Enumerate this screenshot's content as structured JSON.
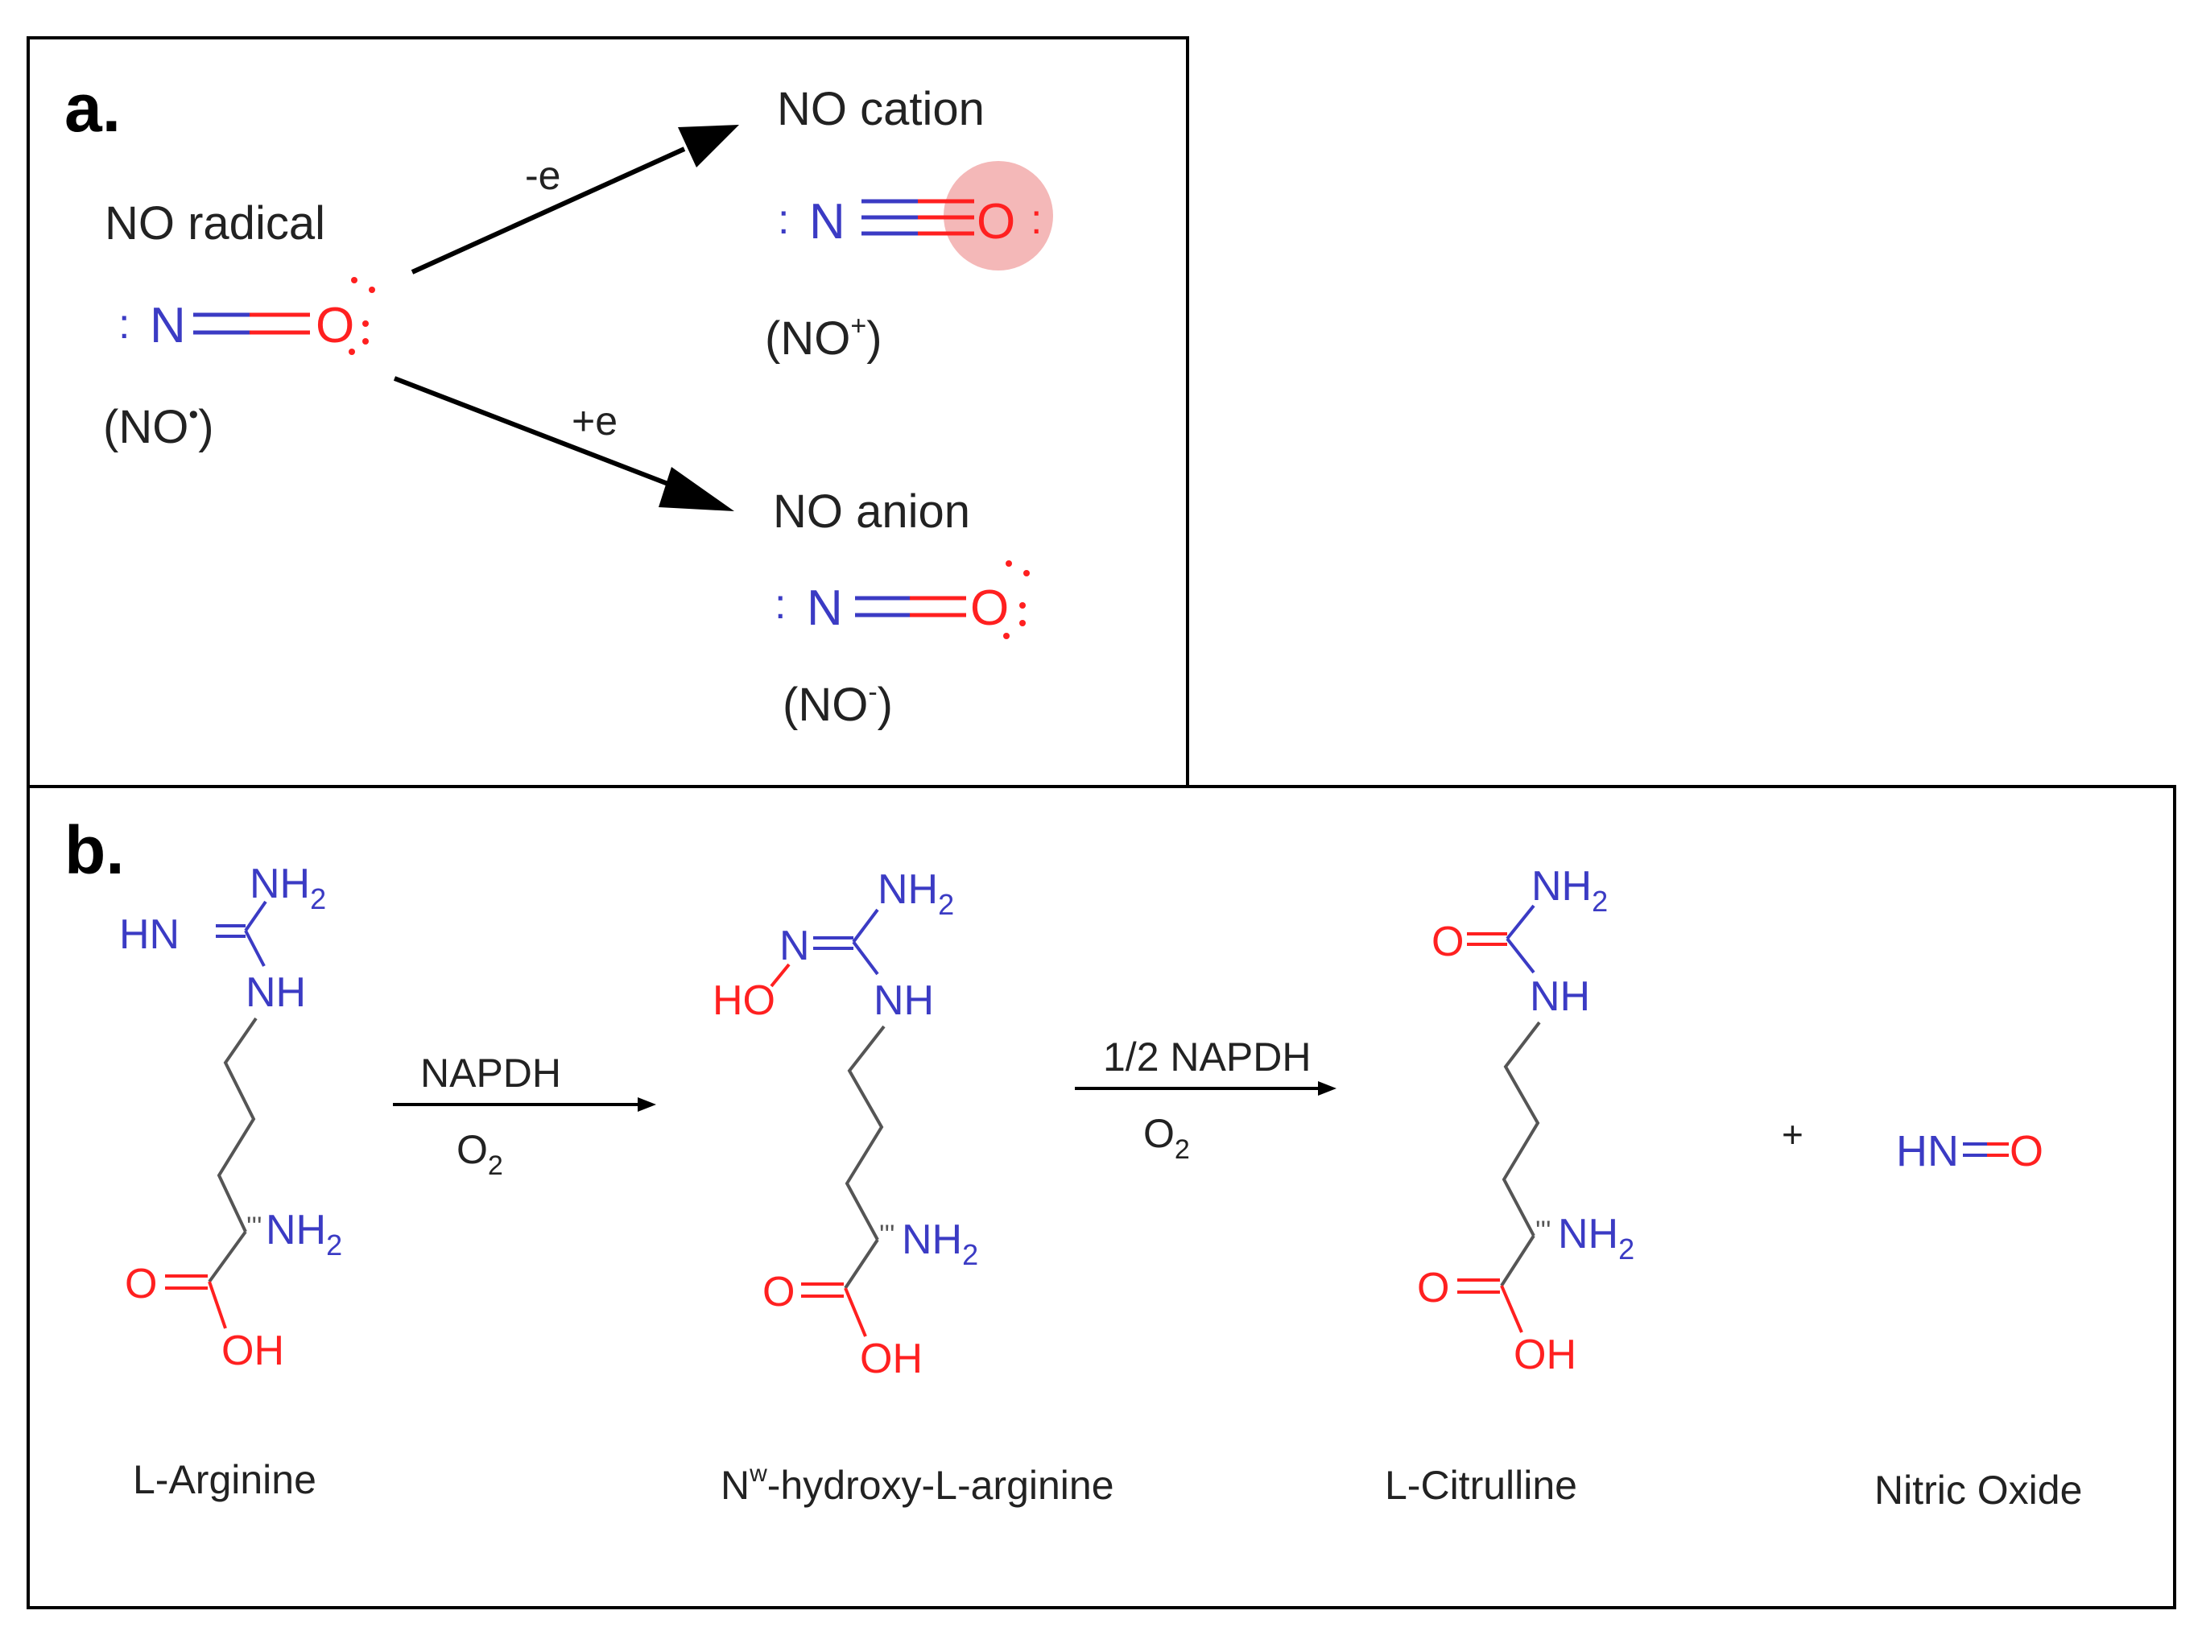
{
  "panel_a": {
    "label": "a.",
    "radical": {
      "title": "NO radical",
      "lone_left": ":",
      "n": "N",
      "o": "O",
      "formula_main": "(NO",
      "formula_sup": "•",
      "formula_close": ")"
    },
    "cation": {
      "title": "NO cation",
      "lone_left": ":",
      "n": "N",
      "o": "O",
      "lone_right": ":",
      "formula_main": "(NO",
      "formula_sup": "+",
      "formula_close": ")"
    },
    "anion": {
      "title": "NO anion",
      "lone_left": ":",
      "n": "N",
      "o": "O",
      "formula_main": "(NO",
      "formula_sup": "-",
      "formula_close": ")"
    },
    "arrow_up_label": "-e",
    "arrow_down_label": "+e"
  },
  "panel_b": {
    "label": "b.",
    "arginine": {
      "name": "L-Arginine",
      "nh2_top": "NH",
      "sub2": "2",
      "hn": "HN",
      "nh": "NH",
      "nh2_alpha": "NH",
      "o": "O",
      "oh": "OH",
      "hash": "'''"
    },
    "step1": {
      "reagent_top": "NAPDH",
      "reagent_bottom_main": "O",
      "reagent_bottom_sub": "2"
    },
    "hydroxy": {
      "name_main": "N",
      "name_sup": "w",
      "name_rest": "-hydroxy-L-arginine",
      "nh2_top": "NH",
      "sub2": "2",
      "n": "N",
      "ho": "HO",
      "nh": "NH",
      "nh2_alpha": "NH",
      "o": "O",
      "oh": "OH",
      "hash": "'''"
    },
    "step2": {
      "reagent_top": "1/2 NAPDH",
      "reagent_bottom_main": "O",
      "reagent_bottom_sub": "2"
    },
    "citrulline": {
      "name": "L-Citrulline",
      "nh2_top": "NH",
      "sub2": "2",
      "o_top": "O",
      "nh": "NH",
      "nh2_alpha": "NH",
      "o": "O",
      "oh": "OH",
      "hash": "'''"
    },
    "plus": "+",
    "nitric_oxide": {
      "name": "Nitric Oxide",
      "hn": "HN",
      "o": "O"
    }
  },
  "colors": {
    "nitrogen": "#3b3bc4",
    "oxygen": "#ff2020",
    "carbon_bond": "#555555",
    "text": "#222222",
    "cation_highlight": "#f4b8b8"
  }
}
